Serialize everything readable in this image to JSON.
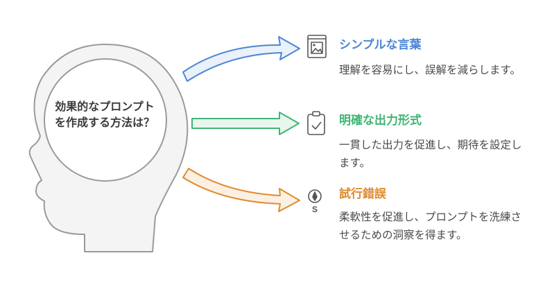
{
  "center": {
    "text": "効果的なプロンプトを作成する方法は？"
  },
  "items": [
    {
      "title": "シンプルな言葉",
      "description": "理解を容易にし、誤解を減らします。",
      "color": "#4a86d6",
      "icon": "image-book-icon"
    },
    {
      "title": "明確な出力形式",
      "description": "一貫した出力を促進し、期待を設定します。",
      "color": "#3fb573",
      "icon": "clipboard-check-icon"
    },
    {
      "title": "試行錯誤",
      "description": "柔軟性を促進し、プロンプトを洗練させるための洞察を得ます。",
      "color": "#e08a2e",
      "icon": "compass-icon"
    }
  ],
  "colors": {
    "head_stroke": "#9a9a9a",
    "head_fill": "#f4f4f4",
    "text": "#3a3a3a"
  }
}
